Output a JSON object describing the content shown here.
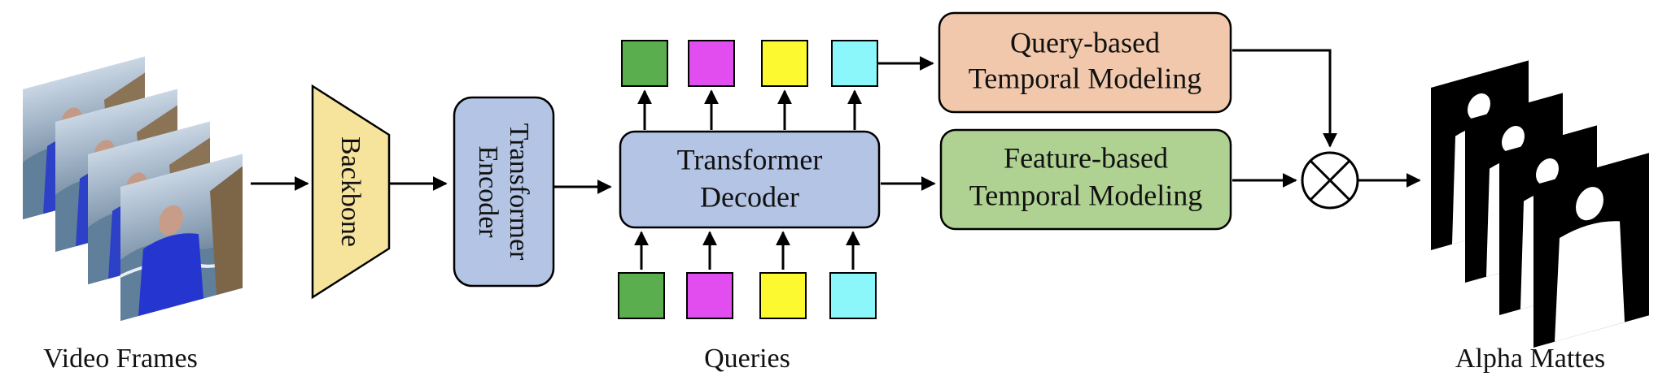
{
  "video_frames": {
    "label": "Video Frames"
  },
  "backbone": {
    "label": "Backbone",
    "color": "#F6E39C"
  },
  "transformer_encoder": {
    "line1": "Transformer",
    "line2": "Encoder",
    "color": "#B3C4E4"
  },
  "transformer_decoder": {
    "line1": "Transformer",
    "line2": "Decoder",
    "color": "#B3C4E4"
  },
  "queries": {
    "label": "Queries",
    "colors": [
      "#5BAE4E",
      "#E24DF0",
      "#FCF930",
      "#8BF7FA"
    ]
  },
  "query_temporal": {
    "line1": "Query-based",
    "line2": "Temporal Modeling",
    "color": "#F1C8AC"
  },
  "feature_temporal": {
    "line1": "Feature-based",
    "line2": "Temporal Modeling",
    "color": "#AFD192"
  },
  "combine_icon": "circled-times-icon",
  "alpha_mattes": {
    "label": "Alpha Mattes"
  }
}
